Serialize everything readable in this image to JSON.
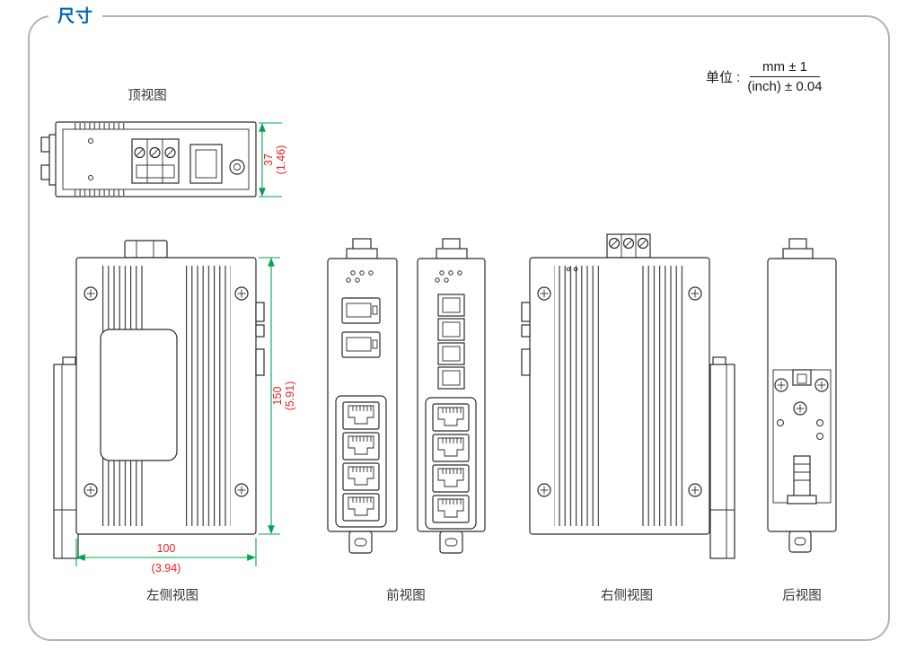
{
  "page": {
    "title": "尺寸"
  },
  "units": {
    "label": "单位 :",
    "mm": "mm ± 1",
    "inch": "(inch) ± 0.04"
  },
  "views": {
    "top": "顶视图",
    "left": "左侧视图",
    "front": "前视图",
    "right": "右侧视图",
    "rear": "后视图"
  },
  "dims": {
    "depth_mm": "37",
    "depth_inch": "(1.46)",
    "height_mm": "150",
    "height_inch": "(5.91)",
    "width_mm": "100",
    "width_inch": "(3.94)"
  },
  "colors": {
    "accent_blue": "#0068b4",
    "dim_line_green": "#00a651",
    "dim_text_red": "#ed1c24",
    "frame_gray": "#a8b6c0",
    "line_black": "#2b2b2b"
  }
}
